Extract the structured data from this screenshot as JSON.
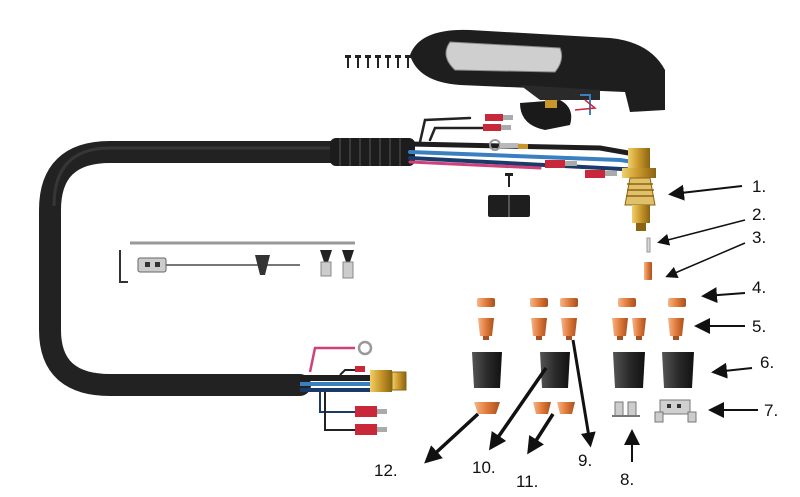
{
  "callouts": {
    "c1": "1.",
    "c2": "2.",
    "c3": "3.",
    "c4": "4.",
    "c5": "5.",
    "c6": "6.",
    "c7": "7.",
    "c8": "8.",
    "c9": "9.",
    "c10": "10.",
    "c11": "11.",
    "c12": "12."
  },
  "colors": {
    "cable": "#222222",
    "copper": "#e07a3a",
    "brass": "#c8962a",
    "shield": "#2b2b2b",
    "blue_hose": "#3a7fc0",
    "red": "#c8283a",
    "pink_wire": "#d0407a",
    "grey_part": "#b9b9b9"
  }
}
